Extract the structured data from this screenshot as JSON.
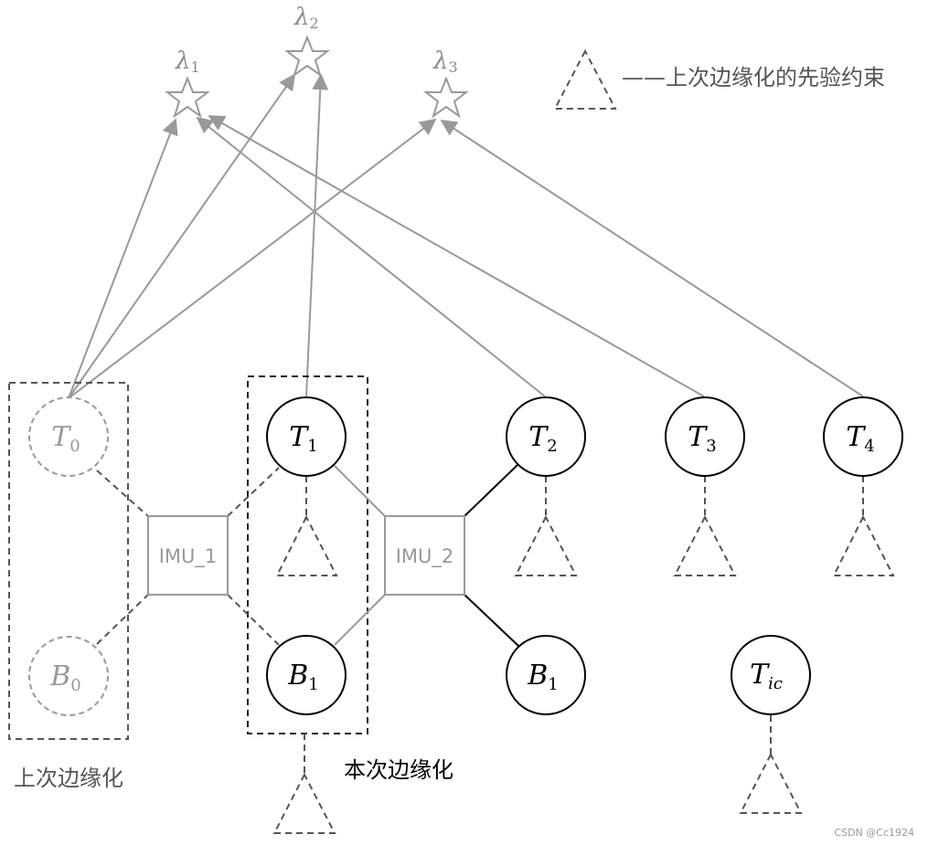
{
  "colors": {
    "gray": "#999999",
    "dark_gray": "#555555",
    "black": "#000000",
    "text_gray": "#8a8a8a"
  },
  "landmarks": [
    {
      "id": "l1",
      "symbol": "λ",
      "sub": "1"
    },
    {
      "id": "l2",
      "symbol": "λ",
      "sub": "2"
    },
    {
      "id": "l3",
      "symbol": "λ",
      "sub": "3"
    }
  ],
  "nodes": [
    {
      "id": "T0",
      "symbol": "T",
      "sub": "0",
      "style": "faded"
    },
    {
      "id": "B0",
      "symbol": "B",
      "sub": "0",
      "style": "faded"
    },
    {
      "id": "T1",
      "symbol": "T",
      "sub": "1",
      "style": "solid"
    },
    {
      "id": "B1a",
      "symbol": "B",
      "sub": "1",
      "style": "solid"
    },
    {
      "id": "T2",
      "symbol": "T",
      "sub": "2",
      "style": "solid"
    },
    {
      "id": "B1b",
      "symbol": "B",
      "sub": "1",
      "style": "solid"
    },
    {
      "id": "T3",
      "symbol": "T",
      "sub": "3",
      "style": "solid"
    },
    {
      "id": "T4",
      "symbol": "T",
      "sub": "4",
      "style": "solid"
    },
    {
      "id": "Tic",
      "symbol": "T",
      "sub": "ic",
      "style": "solid"
    }
  ],
  "imu_factors": [
    {
      "id": "imu1",
      "label": "IMU_1"
    },
    {
      "id": "imu2",
      "label": "IMU_2"
    }
  ],
  "legend": {
    "text": "——上次边缘化的先验约束"
  },
  "groups": {
    "last_marg": "上次边缘化",
    "this_marg": "本次边缘化"
  },
  "watermark": "CSDN @Cc1924"
}
